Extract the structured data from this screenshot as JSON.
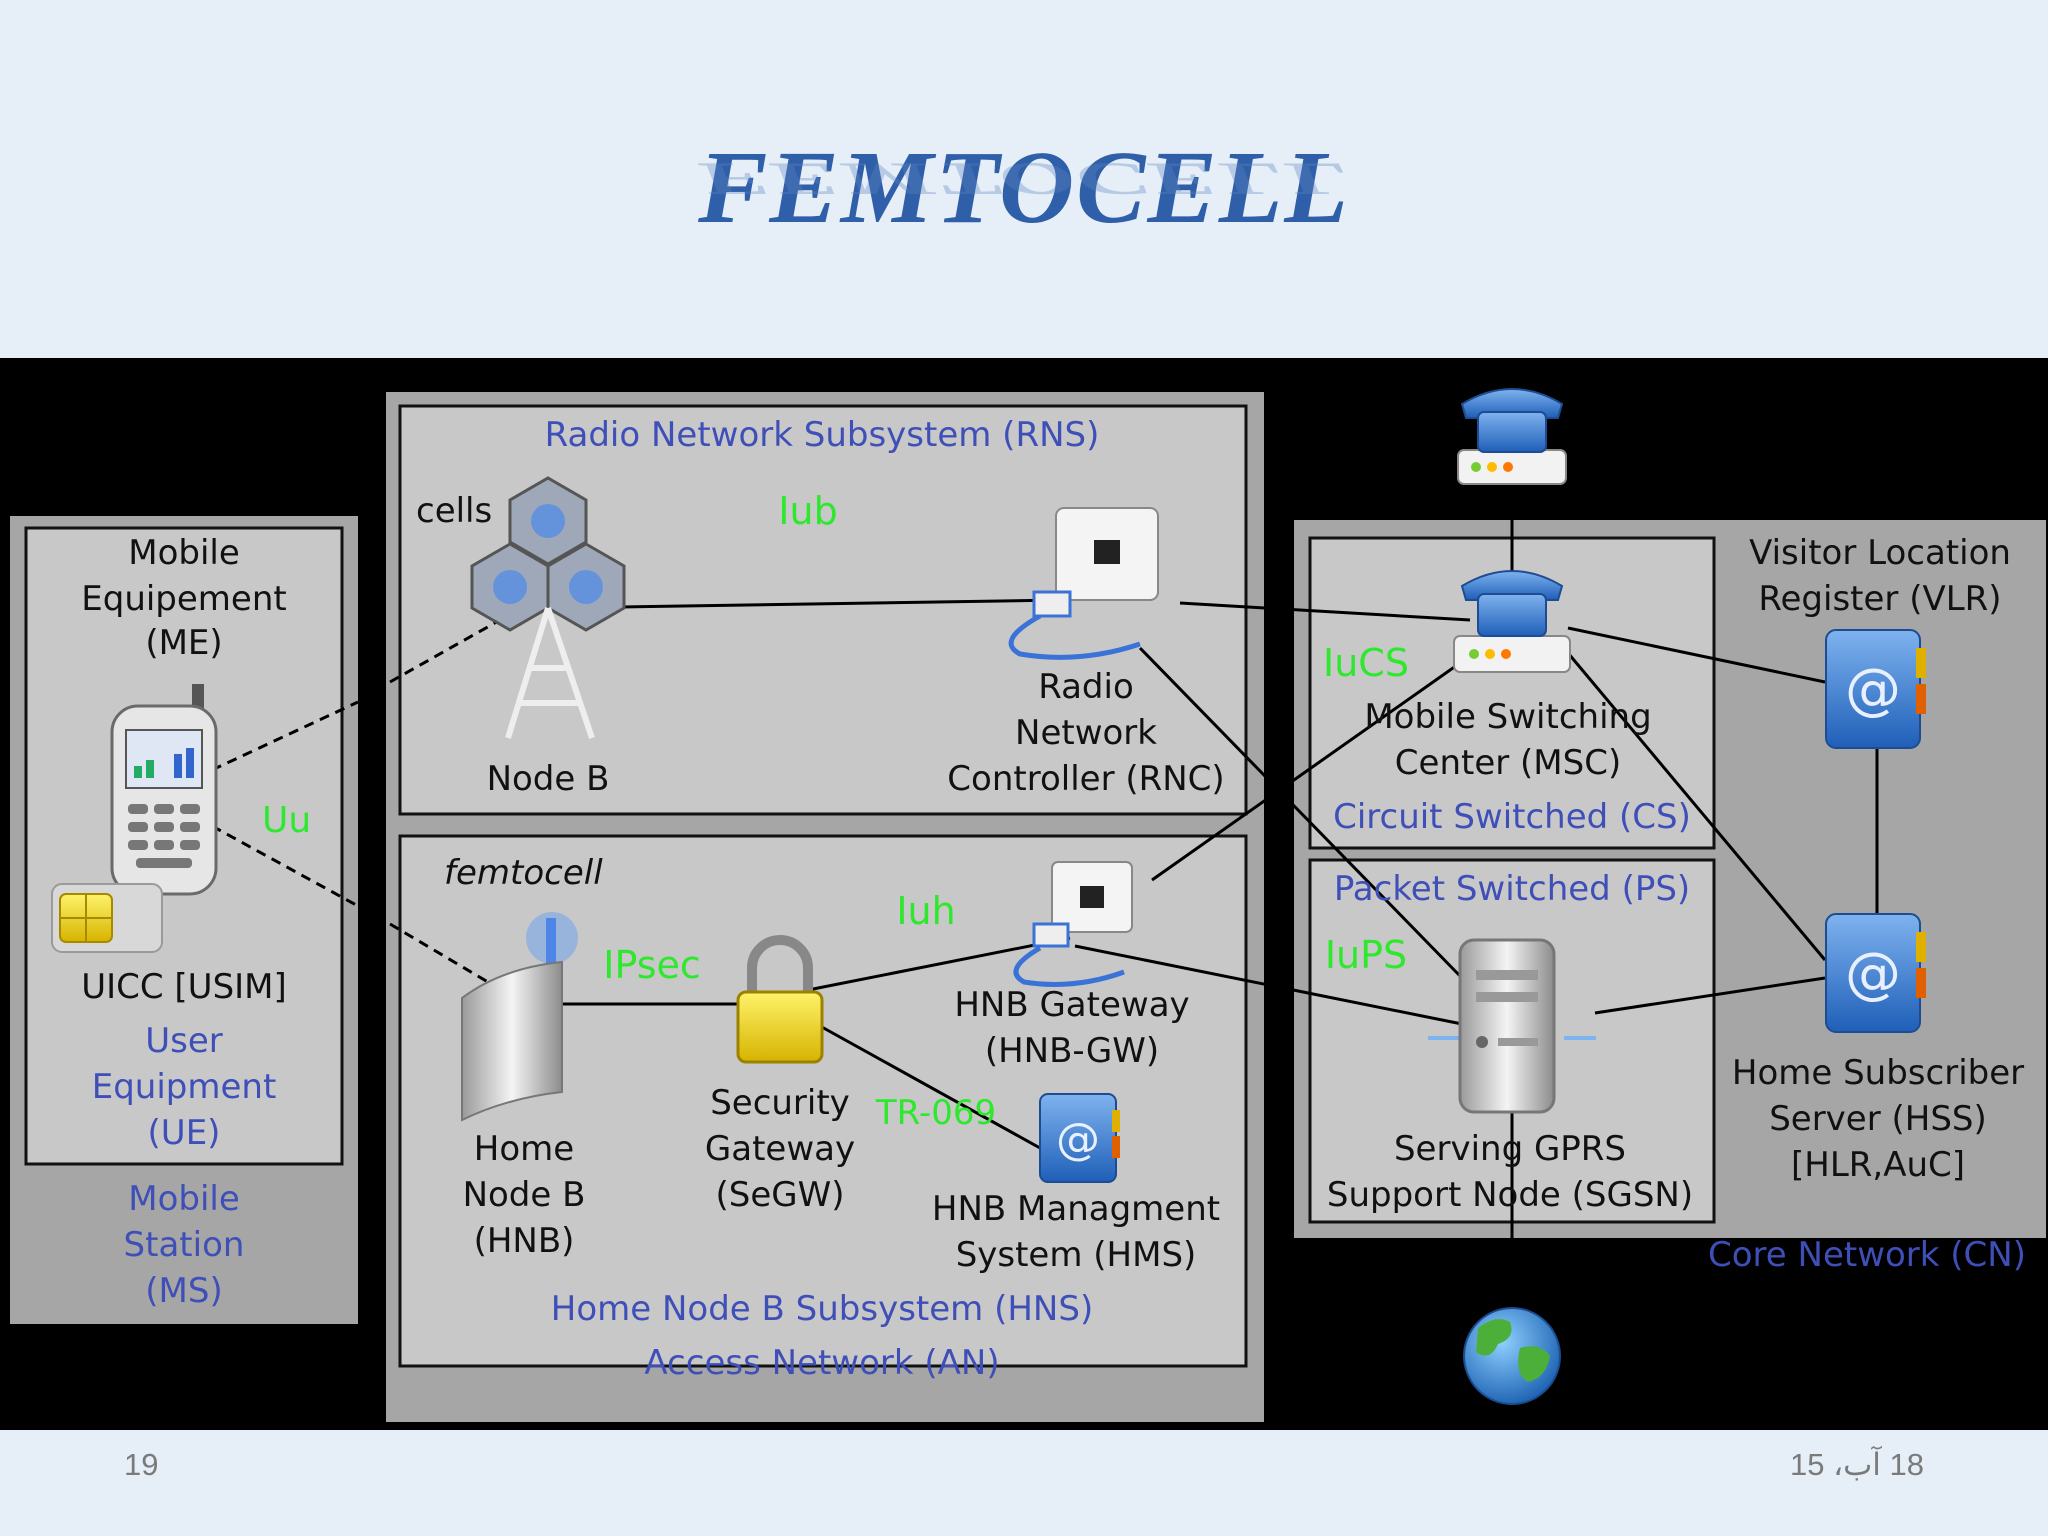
{
  "slide": {
    "title": "FEMTOCELL",
    "page_number": "19",
    "date": "18 آب، 15"
  },
  "diagram": {
    "ms": {
      "me": [
        "Mobile",
        "Equipement",
        "(ME)"
      ],
      "uicc": "UICC [USIM]",
      "ue": [
        "User",
        "Equipment",
        "(UE)"
      ],
      "ms": [
        "Mobile",
        "Station",
        "(MS)"
      ]
    },
    "rns": {
      "title": "Radio Network Subsystem (RNS)",
      "cells": "cells",
      "iub": "Iub",
      "node_b": "Node B",
      "rnc": [
        "Radio",
        "Network",
        "Controller (RNC)"
      ]
    },
    "hns": {
      "femtocell": "femtocell",
      "iuh": "Iuh",
      "ipsec": "IPsec",
      "hnb_gw": [
        "HNB Gateway",
        "(HNB-GW)"
      ],
      "segw": [
        "Security",
        "Gateway",
        "(SeGW)"
      ],
      "tr069": "TR-069",
      "hnb": [
        "Home",
        "Node B",
        "(HNB)"
      ],
      "hms": [
        "HNB Managment",
        "System (HMS)"
      ],
      "title": "Home Node B Subsystem (HNS)"
    },
    "an": "Access Network (AN)",
    "uu": "Uu",
    "cn": {
      "iucs": "IuCS",
      "msc": [
        "Mobile Switching",
        "Center (MSC)"
      ],
      "cs": "Circuit Switched (CS)",
      "ps": "Packet Switched (PS)",
      "iups": "IuPS",
      "sgsn": [
        "Serving GPRS",
        "Support Node (SGSN)"
      ],
      "vlr": [
        "Visitor Location",
        "Register (VLR)"
      ],
      "hss": [
        "Home Subscriber",
        "Server (HSS)",
        "[HLR,AuC]"
      ],
      "title": "Core Network (CN)"
    }
  },
  "colors": {
    "blue_label": "#3f4fb8",
    "green_label": "#2ee82e",
    "panel": "#c8c8c8",
    "outer_panel": "#a6a6a6"
  }
}
